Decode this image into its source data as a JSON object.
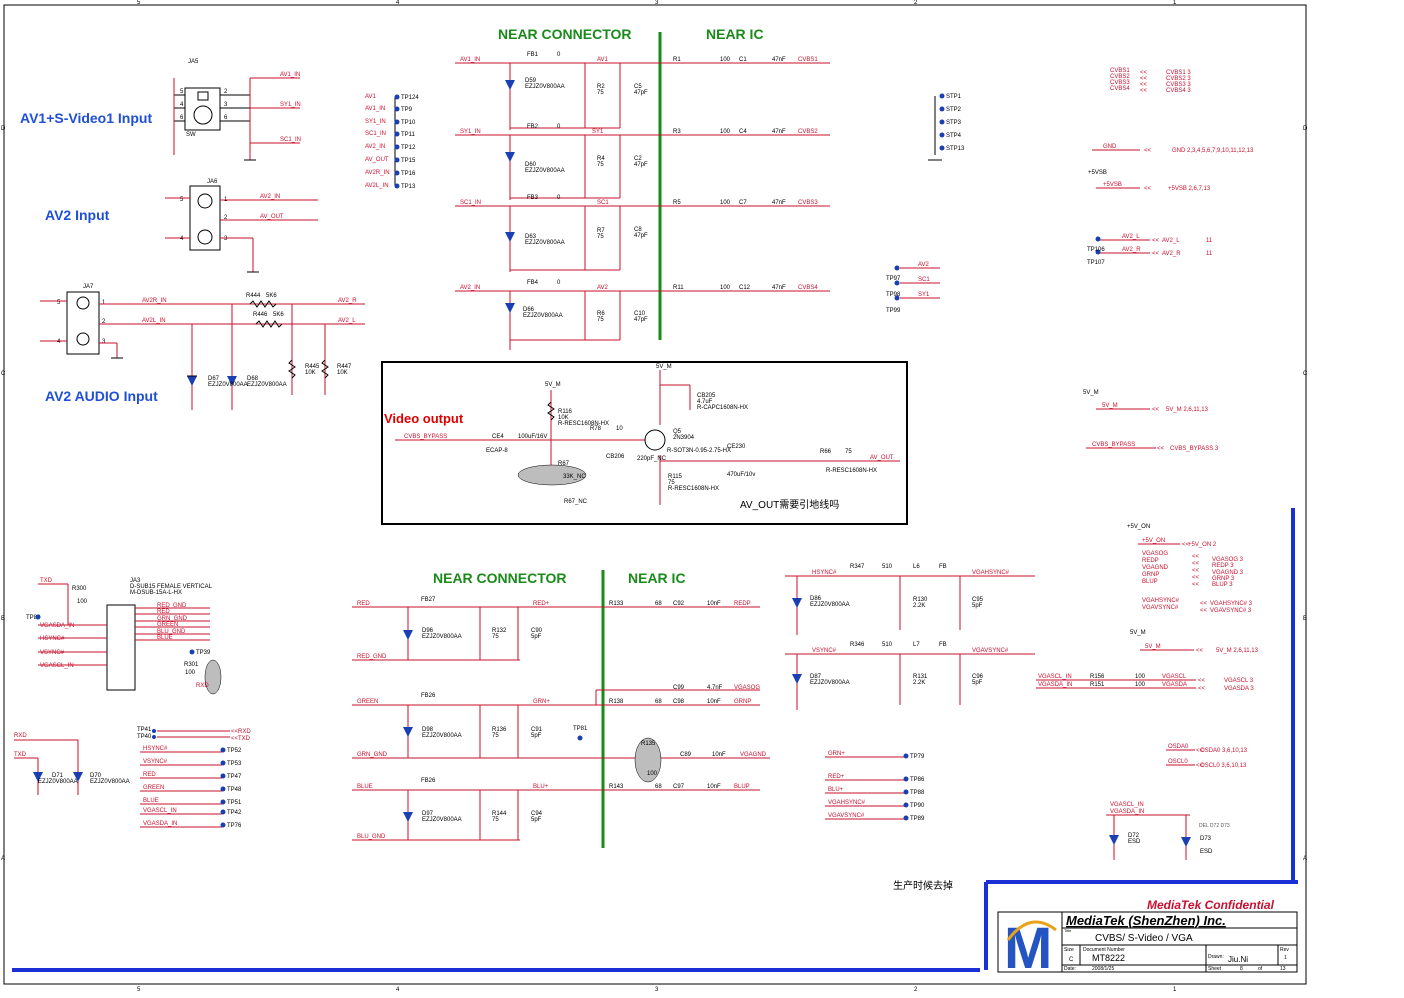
{
  "sections": {
    "av1_svideo": "AV1+S-Video1 Input",
    "av2": "AV2 Input",
    "av2_audio": "AV2 AUDIO Input",
    "video_output": "Video  output",
    "near_connector_top": "NEAR CONNECTOR",
    "near_ic_top": "NEAR IC",
    "near_connector_bottom": "NEAR CONNECTOR",
    "near_ic_bottom": "NEAR IC"
  },
  "notes": {
    "av_out_note": "AV_OUT需要引地线吗",
    "remove_note": "生产时候去掉",
    "del_note": "DEL D72 D73"
  },
  "connectors": {
    "ja5": "JA5",
    "ja6": "JA6",
    "ja7": "JA7",
    "ja3": "JA3",
    "ja3_desc": "D-SUB15 FEMALE VERTICAL",
    "ja3_part": "M-DSUB-15A-L-HX",
    "sw": "SW"
  },
  "top_channels": [
    {
      "fb": "FB1",
      "net_in": "AV1_IN",
      "net": "AV1",
      "diode": "D59",
      "diode_part": "EZJZ0V800AA",
      "r": "R2",
      "r_val": "75",
      "c": "C5",
      "c_val": "47pF",
      "rs": "R1",
      "rs_val": "100",
      "cs": "C1",
      "cs_val": "47nF",
      "out": "CVBS1"
    },
    {
      "fb": "FB2",
      "net_in": "SY1_IN",
      "net": "SY1",
      "diode": "D60",
      "diode_part": "EZJZ0V800AA",
      "r": "R4",
      "r_val": "75",
      "c": "C2",
      "c_val": "47pF",
      "rs": "R3",
      "rs_val": "100",
      "cs": "C4",
      "cs_val": "47nF",
      "out": "CVBS2"
    },
    {
      "fb": "FB3",
      "net_in": "SC1_IN",
      "net": "SC1",
      "diode": "D63",
      "diode_part": "EZJZ0V800AA",
      "r": "R7",
      "r_val": "75",
      "c": "C8",
      "c_val": "47pF",
      "rs": "R5",
      "rs_val": "100",
      "cs": "C7",
      "cs_val": "47nF",
      "out": "CVBS3"
    },
    {
      "fb": "FB4",
      "net_in": "AV2_IN",
      "net": "AV2",
      "diode": "D66",
      "diode_part": "EZJZ0V800AA",
      "r": "R6",
      "r_val": "75",
      "c": "C10",
      "c_val": "47pF",
      "rs": "R11",
      "rs_val": "100",
      "cs": "C12",
      "cs_val": "47nF",
      "out": "CVBS4"
    }
  ],
  "fb_value": "0",
  "testpoints_left": [
    {
      "net": "AV1",
      "tp": "TP124"
    },
    {
      "net": "AV1_IN",
      "tp": "TP9"
    },
    {
      "net": "SY1_IN",
      "tp": "TP10"
    },
    {
      "net": "SC1_IN",
      "tp": "TP11"
    },
    {
      "net": "AV2_IN",
      "tp": "TP12"
    },
    {
      "net": "AV_OUT",
      "tp": "TP15"
    },
    {
      "net": "AV2R_IN",
      "tp": "TP16"
    },
    {
      "net": "AV2L_IN",
      "tp": "TP13"
    }
  ],
  "stp": [
    "STP1",
    "STP2",
    "STP3",
    "STP4",
    "STP13"
  ],
  "ja5_nets": [
    "AV1_IN",
    "SY1_IN",
    "SC1_IN"
  ],
  "ja6_nets": [
    "AV2_IN",
    "AV_OUT"
  ],
  "audio": {
    "r444": "R444",
    "r444_val": "5K6",
    "r446": "R446",
    "r446_val": "5K6",
    "r445": "R445",
    "r445_val": "10K",
    "r447": "R447",
    "r447_val": "10K",
    "av2r_in": "AV2R_IN",
    "av2l_in": "AV2L_IN",
    "av2_r": "AV2_R",
    "av2_l": "AV2_L",
    "d67": "D67",
    "d67_part": "EZJZ0V800AA",
    "d68": "D68",
    "d68_part": "EZJZ0V800AA"
  },
  "video_out": {
    "v5m_left": "5V_M",
    "v5m_right": "5V_M",
    "r116": "R116",
    "r116_val": "10K",
    "r116_part": "R-RESC1608N-HX",
    "r78": "R78",
    "r78_val": "10",
    "cvbs_bypass": "CVBS_BYPASS",
    "ce4": "CE4",
    "ce4_val": "100uF/16V",
    "ce4_part": "ECAP-8",
    "r67": "R67",
    "r67_val": "33K_NC",
    "r67_tag": "R67_NC",
    "q5": "Q5",
    "q5_part": "2N3904",
    "q5_pkg": "R-SOT3N-0.95-2.75-HX",
    "cb206": "CB206",
    "cb206_val": "220pF_NC",
    "cb205": "CB205",
    "cb205_val": "4.7uF",
    "cb205_part": "R-CAPC1608N-HX",
    "ce230": "CE230",
    "ce230_val": "470uF/10v",
    "r115": "R115",
    "r115_val": "75",
    "r115_part": "R-RESC1608N-HX",
    "r66": "R66",
    "r66_val": "75",
    "r66_part": "R-RESC1608N-HX",
    "av_out": "AV_OUT"
  },
  "right_labels": {
    "cvbs_list": [
      "CVBS1",
      "CVBS2",
      "CVBS3",
      "CVBS4"
    ],
    "cvbs_pages": [
      "CVBS1  3",
      "CVBS2  3",
      "CVBS3  3",
      "CVBS4  3"
    ],
    "gnd": "GND",
    "gnd_pages": "GND   2,3,4,5,6,7,9,10,11,12,13",
    "v5sb": "+5VSB",
    "v5sb_pages": "+5VSB   2,6,7,13",
    "av2l": "AV2_L",
    "av2l_page": "11",
    "av2r": "AV2_R",
    "av2r_page": "11",
    "tp106": "TP106",
    "tp107": "TP107",
    "v5m": "5V_M",
    "v5m_pages": "5V_M      2,6,11,13",
    "cvbs_bypass": "CVBS_BYPASS",
    "cvbs_bypass_page": "CVBS_BYPASS   3",
    "tp97": "TP97",
    "tp98": "TP98",
    "tp99": "TP99",
    "av2": "AV2",
    "sc1": "SC1",
    "sy1": "SY1"
  },
  "vga": {
    "red": "RED",
    "green": "GREEN",
    "blue": "BLUE",
    "red_gnd": "RED_GND",
    "grn_gnd": "GRN_GND",
    "blu_gnd": "BLU_GND",
    "fb27": "FB27",
    "fb26a": "FB26",
    "fb26b": "FB26",
    "d96": "D96",
    "d98": "D98",
    "d97": "D97",
    "diode_part": "EZJZ0V800AA",
    "r132": "R132",
    "r136": "R136",
    "r144": "R144",
    "r75": "75",
    "c90": "C90",
    "c91": "C91",
    "c94": "C94",
    "c5pf": "5pF",
    "redp": "RED+",
    "grnp": "GRN+",
    "blup": "BLU+",
    "r133": "R133",
    "r138": "R138",
    "r143": "R143",
    "r68": "68",
    "c92": "C92",
    "c98": "C98",
    "c97": "C97",
    "c99": "C99",
    "c89": "C89",
    "c10nf": "10nF",
    "c47nf": "4.7nF",
    "out_redp": "REDP",
    "out_grnp": "GRNP",
    "out_blup": "BLUP",
    "out_vgasog": "VGASOG",
    "out_vgagnd": "VGAGND",
    "tp81": "TP81",
    "r135": "R135",
    "r135_val": "100"
  },
  "sync": {
    "hsync": "HSYNC#",
    "vsync": "VSYNC#",
    "r347": "R347",
    "r346": "R346",
    "r510": "510",
    "l6": "L6",
    "l7": "L7",
    "fb": "FB",
    "d86": "D86",
    "d87": "D87",
    "part": "EZJZ0V800AA",
    "r130": "R130",
    "r131": "R131",
    "r22k": "2.2K",
    "c95": "C95",
    "c96": "C96",
    "c5pf": "5pF",
    "vgahsync": "VGAHSYNC#",
    "vgavsync": "VGAVSYNC#"
  },
  "vga_right": {
    "v5on": "+5V_ON",
    "v5on_page": "+5V_ON     2",
    "nets": [
      "VGASOG",
      "REDP",
      "VGAGND",
      "GRNP",
      "BLUP"
    ],
    "pages": [
      "VGASOG   3",
      "REDP     3",
      "VGAGND   3",
      "GRNP     3",
      "BLUP     3"
    ],
    "vgahs": "VGAHSYNC#",
    "vgavs": "VGAVSYNC#",
    "vgahs_page": "VGAHSYNC#  3",
    "vgavs_page": "VGAVSYNC#  3",
    "v5m": "5V_M",
    "v5m_page": "5V_M     2,6,11,13",
    "vgascl_in": "VGASCL_IN",
    "vgasda_in": "VGASDA_IN",
    "r156": "R156",
    "r151": "R151",
    "r100": "100",
    "vgascl": "VGASCL",
    "vgasda": "VGASDA",
    "vgascl_page": "VGASCL   3",
    "vgasda_page": "VGASDA   3",
    "osda0": "OSDA0",
    "oscl0": "OSCL0",
    "osda0_page": "OSDA0      3,6,10,13",
    "oscl0_page": "OSCL0      3,6,10,13",
    "d72": "D72",
    "d73": "D73",
    "esd": "ESD"
  },
  "vga_left": {
    "txd": "TXD",
    "rxd": "RXD",
    "r300": "R300",
    "r300_val": "100",
    "r301": "R301",
    "r301_val": "100",
    "tp80": "TP80",
    "tp39": "TP39",
    "nets": [
      "VGASDA_IN",
      "HSYNC#",
      "VSYNC#",
      "VGASCL_IN"
    ],
    "pins": [
      "RED_GND",
      "RED",
      "GRN_GND",
      "GREEN",
      "BLU_GND",
      "BLUE"
    ],
    "d71": "D71",
    "d70": "D70",
    "dpart": "EZJZ0V800AA",
    "tp41": "TP41",
    "tp40": "TP40",
    "tps": [
      {
        "net": "HSYNC#",
        "tp": "TP52"
      },
      {
        "net": "VSYNC#",
        "tp": "TP53"
      },
      {
        "net": "RED",
        "tp": "TP47"
      },
      {
        "net": "GREEN",
        "tp": "TP48"
      },
      {
        "net": "BLUE",
        "tp": "TP51"
      },
      {
        "net": "VGASCL_IN",
        "tp": "TP42"
      },
      {
        "net": "VGASDA_IN",
        "tp": "TP76"
      }
    ],
    "rxd_tp": "RXD",
    "txd_tp": "TXD"
  },
  "right_tps": [
    {
      "net": "GRN+",
      "tp": "TP79"
    },
    {
      "net": "RED+",
      "tp": "TP86"
    },
    {
      "net": "BLU+",
      "tp": "TP88"
    },
    {
      "net": "VGAHSYNC#",
      "tp": "TP90"
    },
    {
      "net": "VGAVSYNC#",
      "tp": "TP89"
    }
  ],
  "title_block": {
    "confidential": "MediaTek Confidential",
    "company": "MediaTek (ShenZhen) Inc.",
    "title_label": "Title",
    "title": "CVBS/ S-Video / VGA",
    "size_label": "Size",
    "size": "C",
    "docnum_label": "Document Number",
    "docnum": "MT8222",
    "rev_label": "Rev",
    "rev": "1",
    "date_label": "Date:",
    "date": "2008/1/25",
    "drawn_label": "Drawn:",
    "drawn": "Jiu.Ni",
    "sheet_label": "Sheet",
    "sheet": "8",
    "of_label": "of",
    "of": "13"
  },
  "border": {
    "cols": [
      "5",
      "4",
      "3",
      "2",
      "1"
    ],
    "rows": [
      "D",
      "C",
      "B",
      "A"
    ]
  }
}
